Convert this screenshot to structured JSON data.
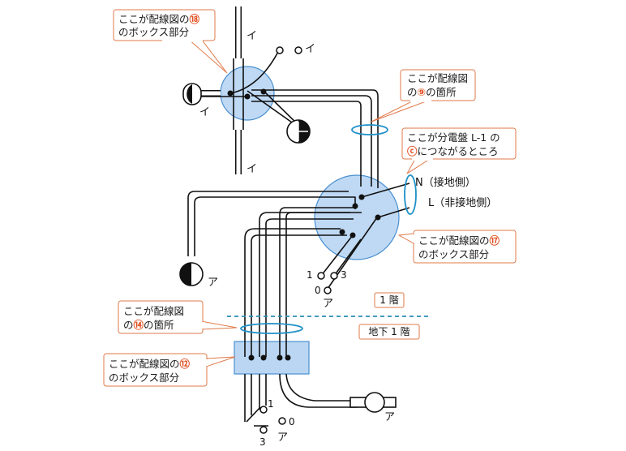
{
  "colors": {
    "wire": "#111111",
    "box_fill": "#a9ccf0",
    "box_stroke": "#4a90d0",
    "callout_border": "#e07a4a",
    "callout_fill": "#ffffff",
    "accent_number": "#e05020",
    "floor_line": "#2a8fb0",
    "bundle_ring": "#1e90c8"
  },
  "labels": {
    "i_top": "イ",
    "i_switch": "イ",
    "i_left": "イ",
    "i_bottom": "イ",
    "n_line": "N（接地側）",
    "l_line": "L（非接地側）",
    "term_1_top": "1",
    "term_3_top": "3",
    "term_0_top": "0",
    "a_switch_top": "ア",
    "a_lamp_left": "ア",
    "term_1_bottom": "1",
    "term_0_bottom": "0",
    "term_3_bottom": "3",
    "a_switch_bottom": "ア",
    "a_lamp_right": "ア"
  },
  "floors": {
    "upper": "1 階",
    "lower": "地下 1 階"
  },
  "callouts": {
    "c18_pre": "ここが配線図の",
    "c18_num": "⑱",
    "c18_line2": "のボックス部分",
    "c9_line1": "ここが配線図",
    "c9_pre": "の",
    "c9_num": "⑨",
    "c9_post": "の箇所",
    "cL1_line1": "ここが分電盤 L-1 の",
    "cL1_num": "ⓒ",
    "cL1_post": "につながるところ",
    "c17_pre": "ここが配線図の",
    "c17_num": "⑰",
    "c17_line2": "のボックス部分",
    "c14_line1": "ここが配線図",
    "c14_pre": "の",
    "c14_num": "⑭",
    "c14_post": "の箇所",
    "c12_pre": "ここが配線図の",
    "c12_num": "⑫",
    "c12_line2": "のボックス部分"
  }
}
